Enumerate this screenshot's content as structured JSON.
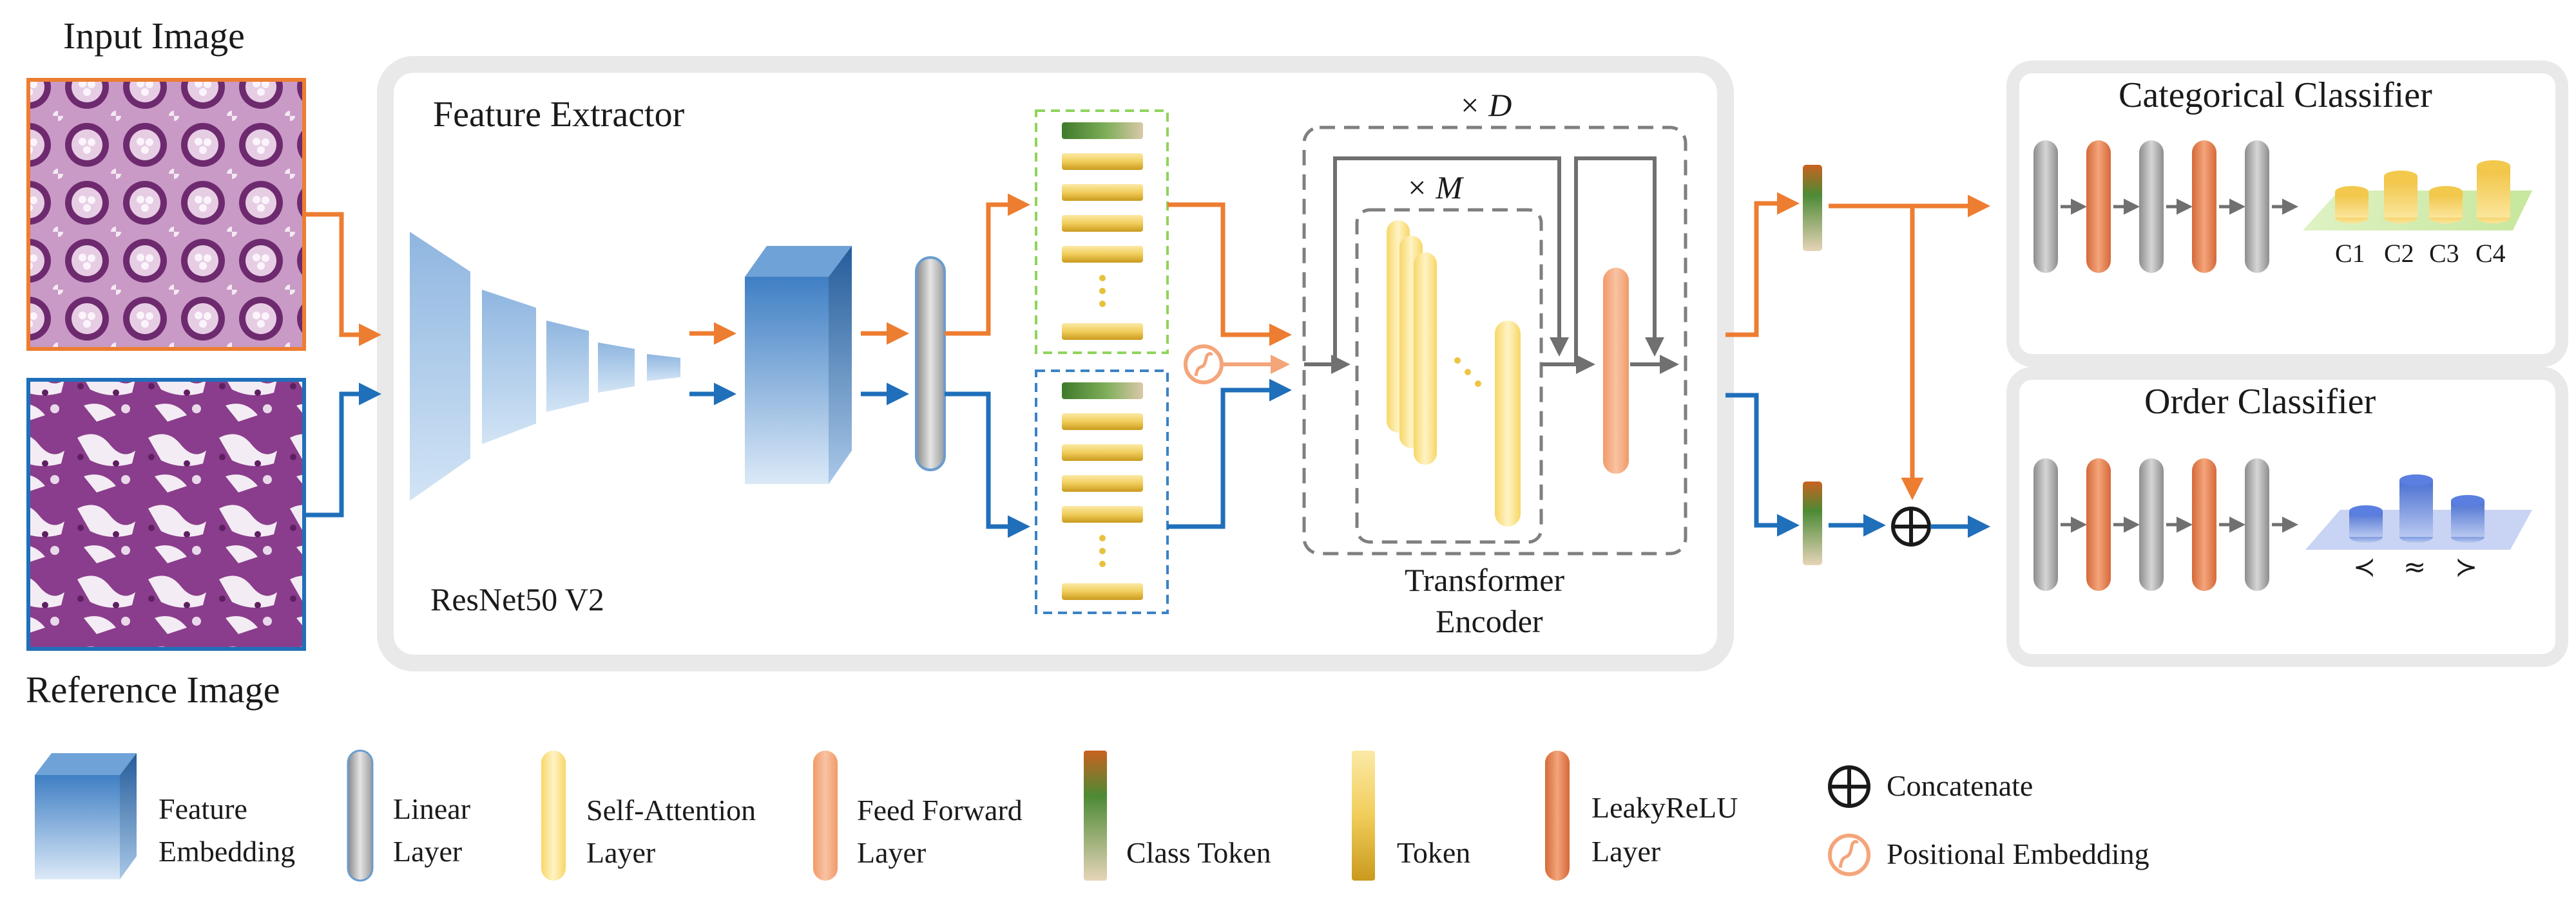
{
  "images": {
    "input_label": "Input Image",
    "reference_label": "Reference Image"
  },
  "feature_extractor": {
    "title": "Feature Extractor",
    "backbone": "ResNet50 V2"
  },
  "transformer": {
    "outer_repeat": "× D",
    "inner_repeat": "× M",
    "label_line1": "Transformer",
    "label_line2": "Encoder"
  },
  "categorical_classifier": {
    "title": "Categorical Classifier",
    "classes": [
      "C1",
      "C2",
      "C3",
      "C4"
    ]
  },
  "order_classifier": {
    "title": "Order Classifier",
    "orders": [
      "≺",
      "≈",
      "≻"
    ]
  },
  "legend": {
    "feature_embedding": [
      "Feature",
      "Embedding"
    ],
    "linear_layer": [
      "Linear",
      "Layer"
    ],
    "self_attention": [
      "Self-Attention",
      "Layer"
    ],
    "feed_forward": [
      "Feed Forward",
      "Layer"
    ],
    "class_token": "Class Token",
    "token": "Token",
    "leaky_relu": [
      "LeakyReLU",
      "Layer"
    ],
    "concatenate": "Concatenate",
    "positional_embedding": "Positional Embedding"
  },
  "colors": {
    "input_stream": "#ed7d31",
    "reference_stream": "#1f6fba",
    "arrow_gray": "#707070",
    "panel": "#f0f0f0",
    "self_attention": "#fde58a",
    "feed_forward": "#f4a57a",
    "leaky_relu": "#e8834f",
    "class_token": "#4d8a35",
    "token": "#d7ad27",
    "green_dash": "#8fd45c",
    "blue_dash": "#3b82c4"
  }
}
